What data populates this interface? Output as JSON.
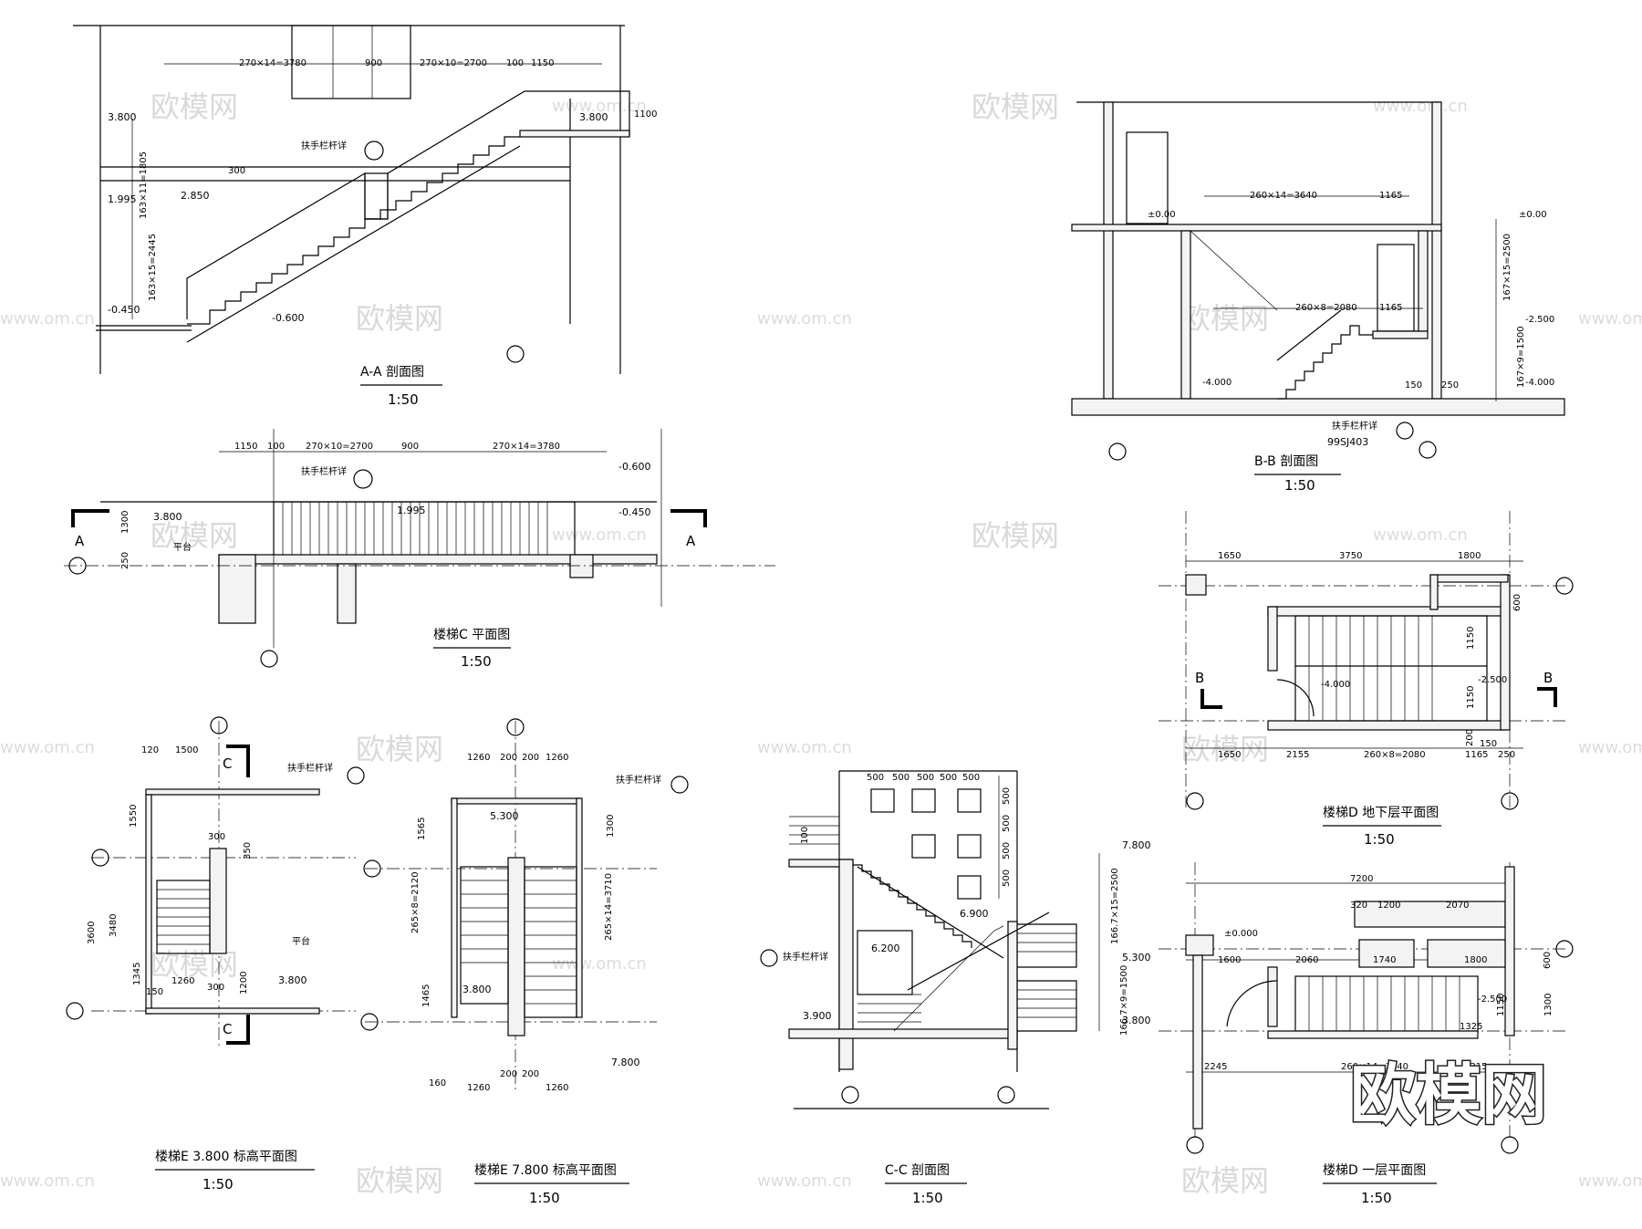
{
  "watermark": {
    "text": "欧模网",
    "url_text": "www.om.cn",
    "logo": "欧模网"
  },
  "views": [
    {
      "id": "aa",
      "title": "A-A 剖面图",
      "scale": "1:50",
      "dims": [
        "270×14=3780",
        "900",
        "270×10=2700",
        "100",
        "1150",
        "1100",
        "300",
        "163×11=1805",
        "163×15=2445"
      ],
      "elevations": [
        "3.800",
        "3.800",
        "1.995",
        "2.850",
        "-0.450",
        "-0.600"
      ],
      "notes": [
        "扶手栏杆详"
      ]
    },
    {
      "id": "c_plan",
      "title": "楼梯C 平面图",
      "scale": "1:50",
      "dims": [
        "1150",
        "100",
        "270×10=2700",
        "900",
        "270×14=3780",
        "1300",
        "250"
      ],
      "elevations": [
        "-0.600",
        "3.800",
        "1.995",
        "-0.450"
      ],
      "notes": [
        "扶手栏杆详",
        "平台"
      ],
      "cut": "A"
    },
    {
      "id": "bb",
      "title": "B-B 剖面图",
      "scale": "1:50",
      "dims": [
        "260×14=3640",
        "1165",
        "260×8=2080",
        "1165",
        "167×15=2500",
        "167×9=1500",
        "150",
        "250"
      ],
      "elevations": [
        "±0.00",
        "±0.00",
        "-2.500",
        "-4.000",
        "-4.000"
      ],
      "notes": [
        "扶手栏杆详",
        "99SJ403"
      ]
    },
    {
      "id": "d_base",
      "title": "楼梯D 地下层平面图",
      "scale": "1:50",
      "dims": [
        "1650",
        "3750",
        "1800",
        "1650",
        "2155",
        "260×8=2080",
        "1165",
        "250",
        "600",
        "1150",
        "1150",
        "200",
        "150"
      ],
      "elevations": [
        "-4.000",
        "-2.500"
      ],
      "cut": "B"
    },
    {
      "id": "e38",
      "title": "楼梯E 3.800 标高平面图",
      "scale": "1:50",
      "dims": [
        "120",
        "1500",
        "1550",
        "300",
        "350",
        "3600",
        "3480",
        "1345",
        "1260",
        "300",
        "1200",
        "150"
      ],
      "elevations": [
        "3.800"
      ],
      "notes": [
        "扶手栏杆详",
        "平台"
      ],
      "cut": "C"
    },
    {
      "id": "e78",
      "title": "楼梯E 7.800 标高平面图",
      "scale": "1:50",
      "dims": [
        "1260",
        "200",
        "200",
        "1260",
        "1565",
        "265×8=2120",
        "1465",
        "1300",
        "265×14=3710",
        "160",
        "1260",
        "200",
        "200",
        "1260"
      ],
      "elevations": [
        "5.300",
        "3.800",
        "7.800"
      ],
      "notes": [
        "扶手栏杆详"
      ]
    },
    {
      "id": "cc",
      "title": "C-C 剖面图",
      "scale": "1:50",
      "dims": [
        "500",
        "500",
        "500",
        "500",
        "500",
        "500",
        "500",
        "500",
        "500",
        "100",
        "166.7×15=2500",
        "166.7×9=1500"
      ],
      "elevations": [
        "7.800",
        "6.900",
        "6.200",
        "5.300",
        "3.900",
        "3.800"
      ],
      "notes": [
        "扶手栏杆详"
      ]
    },
    {
      "id": "d_first",
      "title": "楼梯D 一层平面图",
      "scale": "1:50",
      "dims": [
        "7200",
        "320",
        "1200",
        "2070",
        "1600",
        "2060",
        "1740",
        "1800",
        "600",
        "1150",
        "1300",
        "1325",
        "2245",
        "260×14=3640",
        "1315"
      ],
      "elevations": [
        "±0.000",
        "-2.500"
      ]
    }
  ]
}
